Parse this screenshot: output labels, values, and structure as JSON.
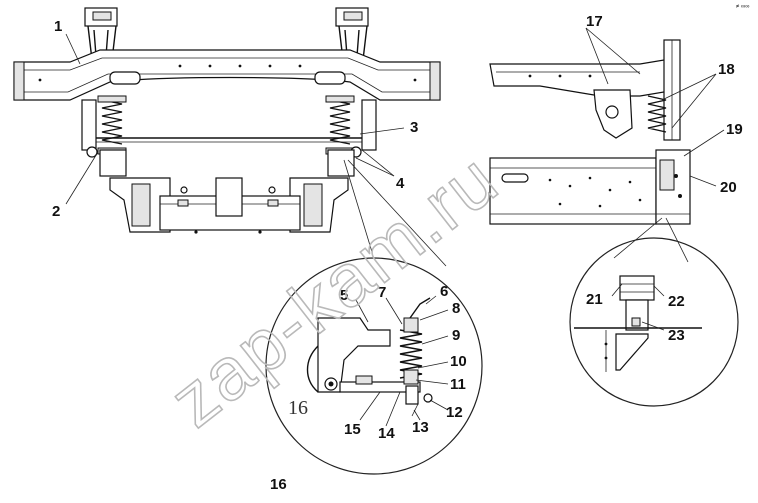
{
  "diagram": {
    "callouts": [
      {
        "id": "c1",
        "text": "1"
      },
      {
        "id": "c2",
        "text": "2"
      },
      {
        "id": "c3",
        "text": "3"
      },
      {
        "id": "c4",
        "text": "4"
      },
      {
        "id": "c5",
        "text": "5"
      },
      {
        "id": "c6",
        "text": "6"
      },
      {
        "id": "c7",
        "text": "7"
      },
      {
        "id": "c8",
        "text": "8"
      },
      {
        "id": "c9",
        "text": "9"
      },
      {
        "id": "c10",
        "text": "10"
      },
      {
        "id": "c11",
        "text": "11"
      },
      {
        "id": "c12",
        "text": "12"
      },
      {
        "id": "c13",
        "text": "13"
      },
      {
        "id": "c14",
        "text": "14"
      },
      {
        "id": "c15",
        "text": "15"
      },
      {
        "id": "c16",
        "text": "16"
      },
      {
        "id": "c17",
        "text": "17"
      },
      {
        "id": "c18",
        "text": "18"
      },
      {
        "id": "c19",
        "text": "19"
      },
      {
        "id": "c20",
        "text": "20"
      },
      {
        "id": "c21",
        "text": "21"
      },
      {
        "id": "c22",
        "text": "22"
      },
      {
        "id": "c23",
        "text": "23"
      }
    ],
    "detail_label": "16",
    "corner_mark": "≠ ∞∞",
    "watermark": "zap-kam.ru"
  }
}
